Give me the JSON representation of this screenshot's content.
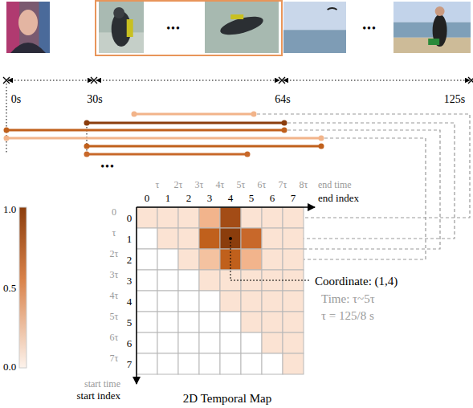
{
  "diagram": {
    "caption": "2D Temporal Map",
    "labels": [
      "0s",
      "30s",
      "64s",
      "125s",
      "•••",
      "•••",
      "•••",
      "τ",
      "2τ",
      "3τ",
      "4τ",
      "5τ",
      "6τ",
      "7τ",
      "8τ",
      "end time",
      "0",
      "1",
      "2",
      "3",
      "4",
      "5",
      "6",
      "7",
      "end index",
      "0",
      "τ",
      "2τ",
      "3τ",
      "4τ",
      "5τ",
      "6τ",
      "7τ",
      "0",
      "1",
      "2",
      "3",
      "4",
      "5",
      "6",
      "7",
      "start time",
      "start index",
      "1.0",
      "0.5",
      "0.0",
      "Coordinate: (1,4)",
      "Time: τ~5τ",
      "τ = 125/8 s"
    ]
  }
}
